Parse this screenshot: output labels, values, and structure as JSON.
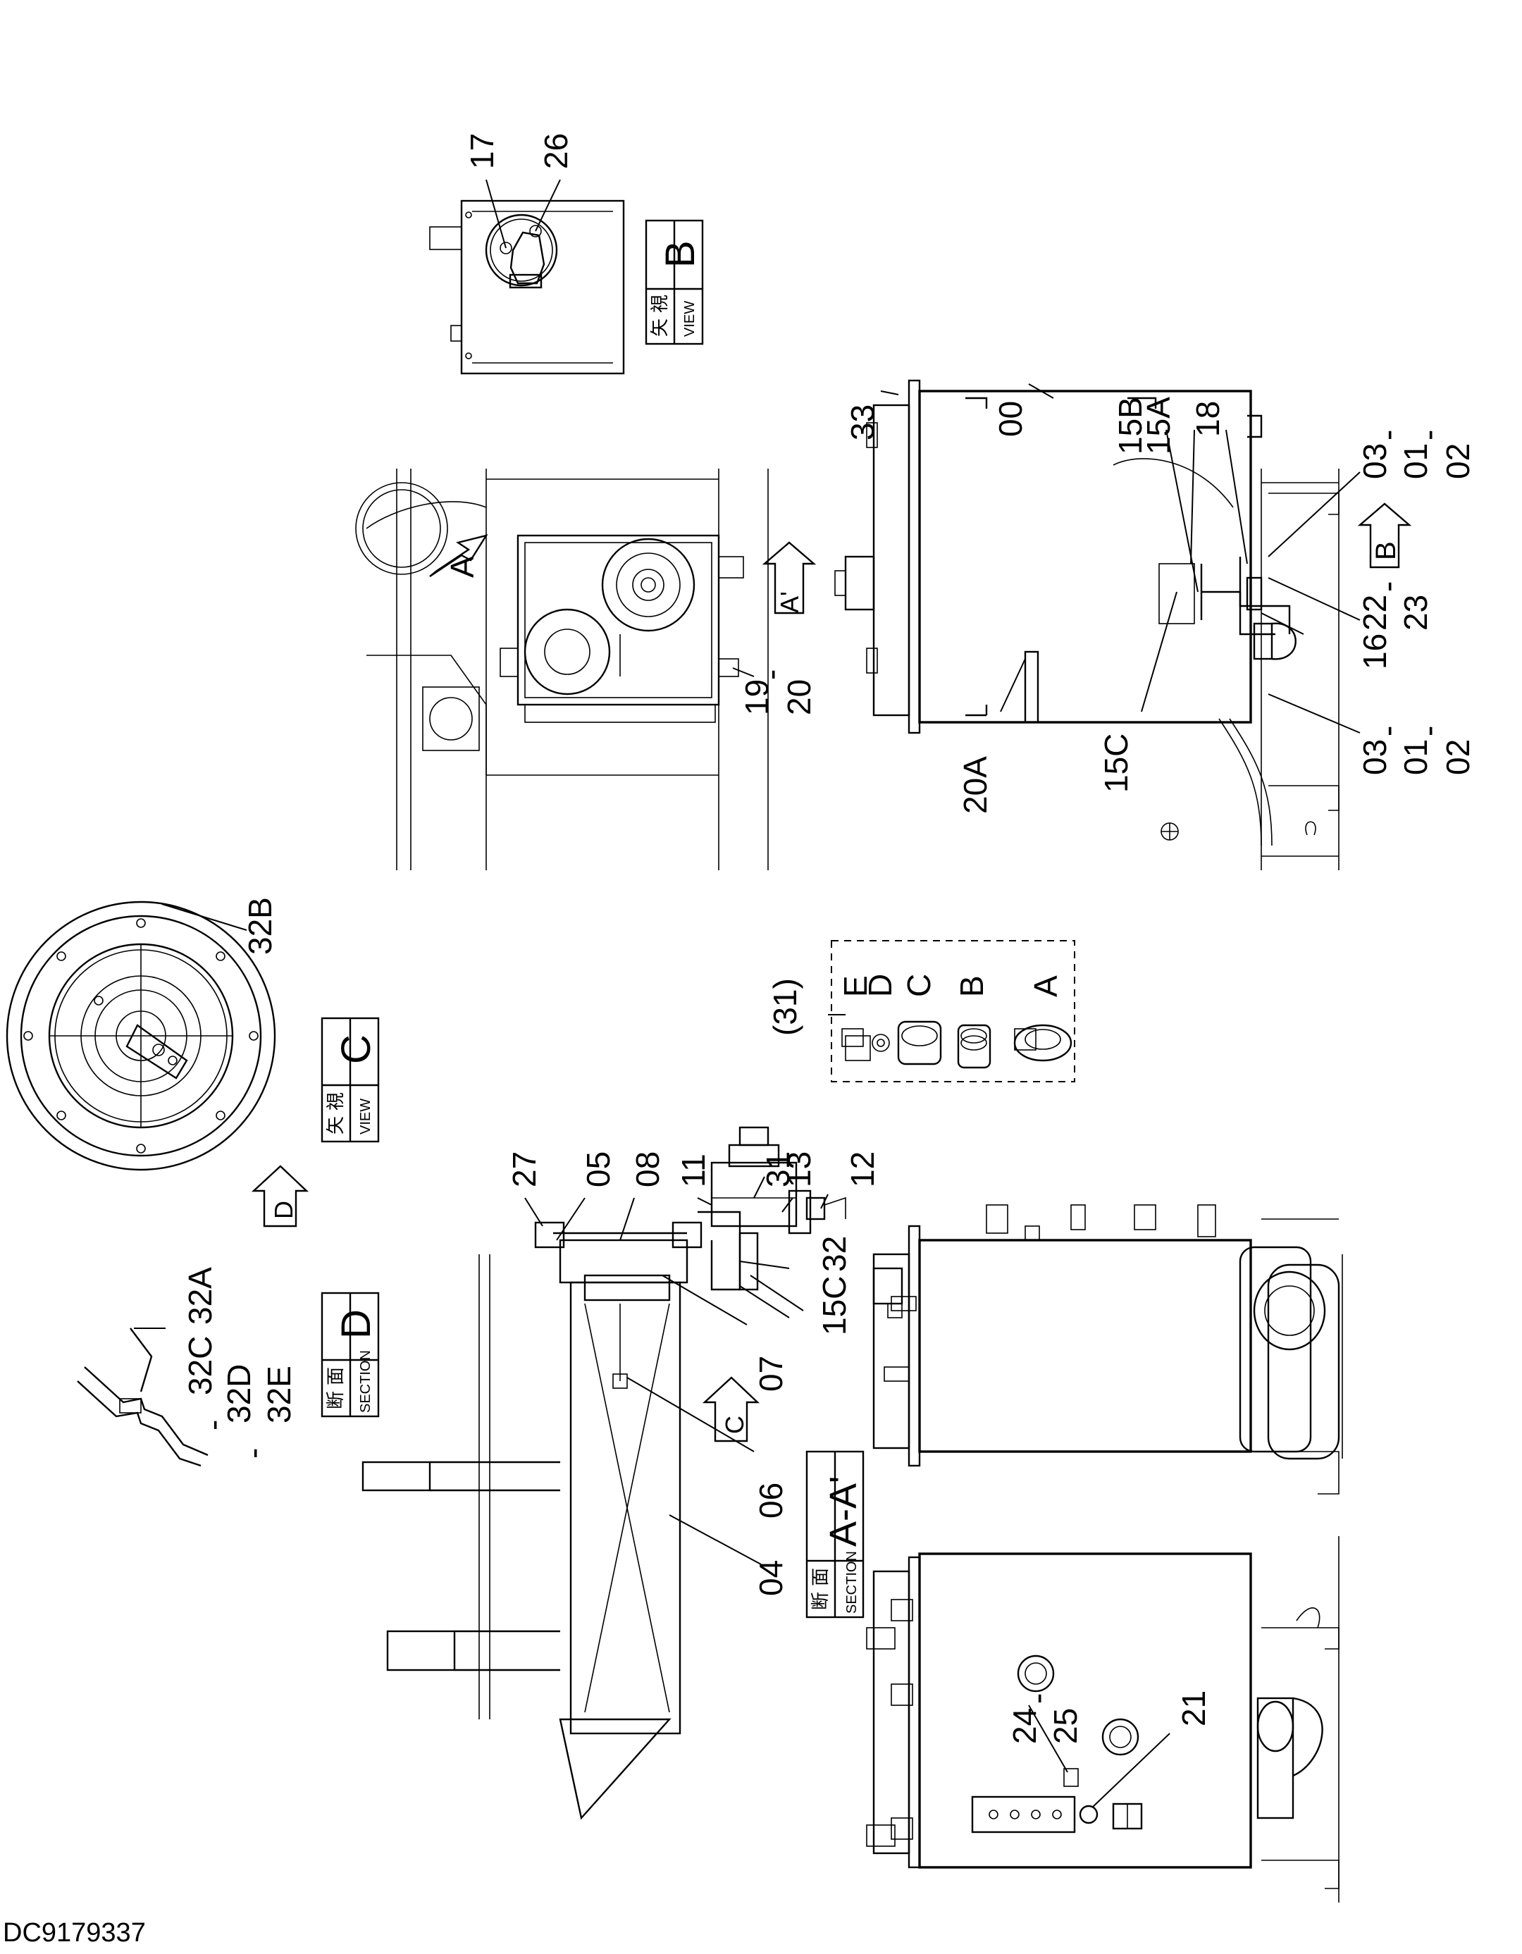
{
  "drawing_number": "DC9179337",
  "callouts": {
    "c17": "17",
    "c26": "26",
    "c33": "33",
    "c00": "00",
    "c15B": "15B",
    "c15A": "15A",
    "c18": "18",
    "c03a": "03",
    "c01a": "01",
    "c02a": "02",
    "c22": "22",
    "c23": "23",
    "c16": "16",
    "c03b": "03",
    "c01b": "01",
    "c02b": "02",
    "c15C_top": "15C",
    "c20A": "20A",
    "c19": "19",
    "c20": "20",
    "c32B": "32B",
    "c31": "(31)",
    "cE": "E",
    "cD": "D",
    "cC": "C",
    "cB": "B",
    "cA": "A",
    "c27": "27",
    "c05": "05",
    "c08": "08",
    "c11": "11",
    "c31b": "31",
    "c13": "13",
    "c12": "12",
    "c07": "07",
    "c15C_bot": "15C",
    "c32": "32",
    "c06": "06",
    "c04": "04",
    "c32A": "32A",
    "c32C": "32C",
    "c32D": "32D",
    "c32E": "32E",
    "c24": "24",
    "c25": "25",
    "c21": "21",
    "dash": "-"
  },
  "view_labels": {
    "view_b": {
      "jp1": "矢",
      "jp2": "視",
      "en": "VIEW",
      "letter": "B"
    },
    "view_c": {
      "jp1": "矢",
      "jp2": "視",
      "en": "VIEW",
      "letter": "C"
    },
    "section_d": {
      "jp1": "断",
      "jp2": "面",
      "en": "SECTION",
      "letter": "D"
    },
    "section_aa": {
      "jp1": "断",
      "jp2": "面",
      "en": "SECTION",
      "letter": "A-A'"
    }
  },
  "arrow_labels": {
    "arrow_a": "A",
    "arrow_a_prime": "A'",
    "arrow_b": "B",
    "arrow_c": "C",
    "arrow_d": "D"
  }
}
